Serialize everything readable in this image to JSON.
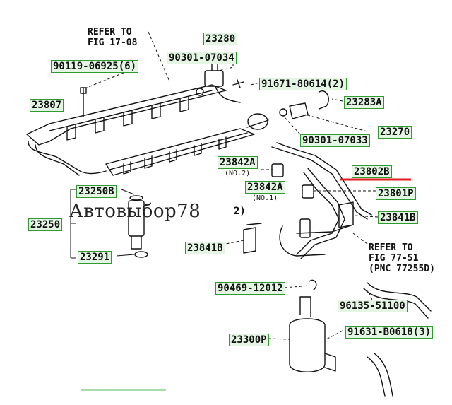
{
  "labels": {
    "refer_17": "REFER TO",
    "refer_17_fig": "FIG 17-08",
    "p23280": "23280",
    "p90301_07034": "90301-07034",
    "p90119": "90119-06925(6)",
    "p91671": "91671-80614(2)",
    "p23807": "23807",
    "p23283a": "23283A",
    "p23270": "23270",
    "p90301_07033": "90301-07033",
    "p23842a_1": "23842A",
    "no2": "(NO.2)",
    "p23802b": "23802B",
    "p23842a_2": "23842A",
    "no1": "(NO.1)",
    "p23250b": "23250B",
    "p23801p": "23801P",
    "p23250": "23250",
    "p90_2": "2)",
    "p23841b_1": "23841B",
    "p23841b_2": "23841B",
    "p23291": "23291",
    "refer_77": "REFER TO",
    "refer_77_fig": "FIG 77-51",
    "pnc": "(PNC 77255D)",
    "p90469": "90469-12012",
    "p96135": "96135-51100",
    "p91631": "91631-B0618(3)",
    "p23300p": "23300P"
  },
  "watermark": "Автовыбор78",
  "colors": {
    "label_bg": "#e4f5e4",
    "label_border": "#2f9a2f",
    "highlight_underline": "#e02020",
    "line": "#111111"
  }
}
